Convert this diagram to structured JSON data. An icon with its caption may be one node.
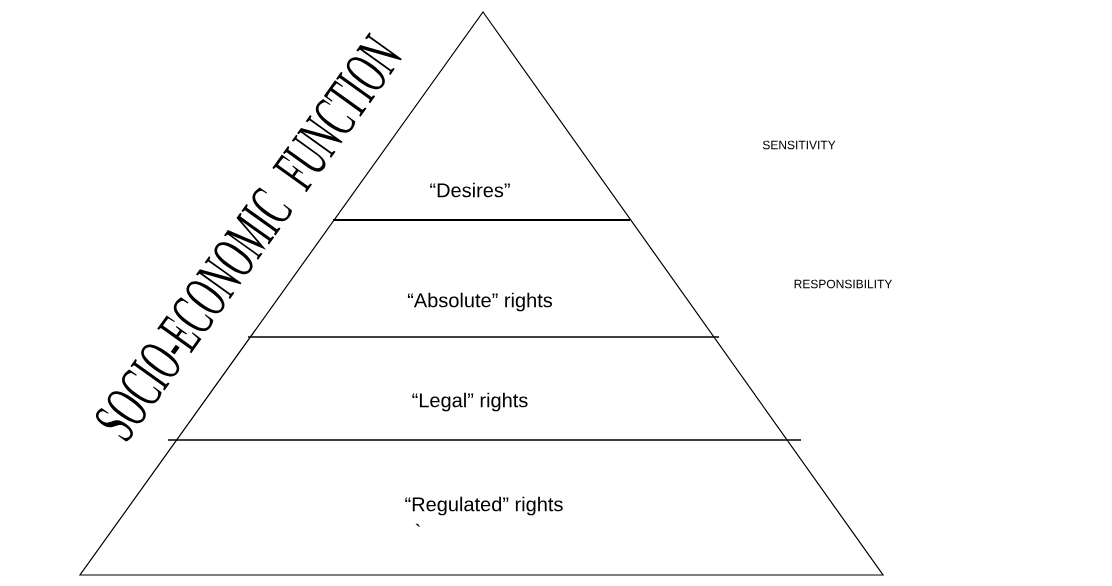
{
  "diagram": {
    "nodes": [
      {
        "text": [
          "“Desires”"
        ]
      },
      {
        "text": [
          "“Absolute” rights"
        ]
      },
      {
        "text": [
          "“Legal” rights"
        ]
      },
      {
        "text": [
          "“Regulated” rights"
        ]
      }
    ],
    "labels": [
      "SOCIO-ECONOMIC FUNCTION",
      "SENSITIVITY",
      "RESPONSIBILITY",
      "`"
    ]
  }
}
